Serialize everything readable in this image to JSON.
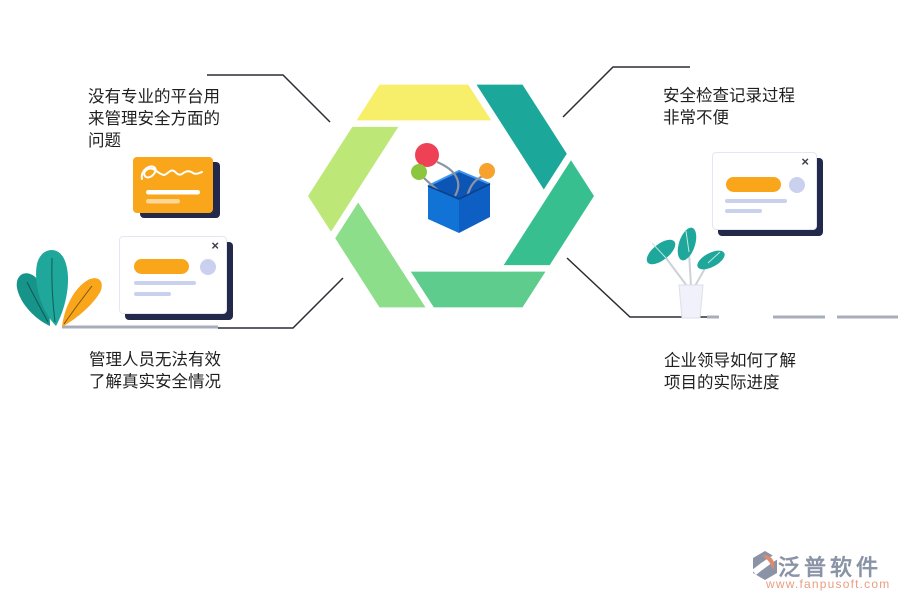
{
  "problems": {
    "top_left": {
      "line1": "没有专业的平台用",
      "line2": "来管理安全方面的",
      "line3": "问题"
    },
    "top_right": {
      "line1": "安全检查记录过程",
      "line2": "非常不便"
    },
    "bottom_left": {
      "line1": "管理人员无法有效",
      "line2": "了解真实安全情况"
    },
    "bottom_right": {
      "line1": "企业领导如何了解",
      "line2": "项目的实际进度"
    }
  },
  "cards": {
    "close_glyph": "×"
  },
  "watermark": {
    "brand": "泛普软件",
    "url": "www.fanpusoft.com"
  },
  "colors": {
    "hexagon": {
      "top": "#F7EF6A",
      "upper_right": "#1BA89B",
      "lower_right": "#38BF90",
      "bottom": "#5ECC8C",
      "lower_left": "#8DDE8A",
      "upper_left": "#BDE878"
    },
    "box": {
      "inner": "#0D55B4",
      "front_left": "#1273D6",
      "front_right": "#0E5FC4"
    },
    "dots": {
      "red": "#EF4156",
      "green": "#8CC63F",
      "orange": "#F7A22D"
    },
    "accent_orange": "#F9A61B",
    "lavender": "#C9D1EE",
    "shadow_navy": "#23294A",
    "line_dark": "#2B2D33",
    "ground_gray": "#A8ADBC",
    "plant_teal": "#1FA79B",
    "plant_teal_dark": "#17948A",
    "brand_gray": "#8B93A6",
    "url_salmon": "#E99D82"
  }
}
